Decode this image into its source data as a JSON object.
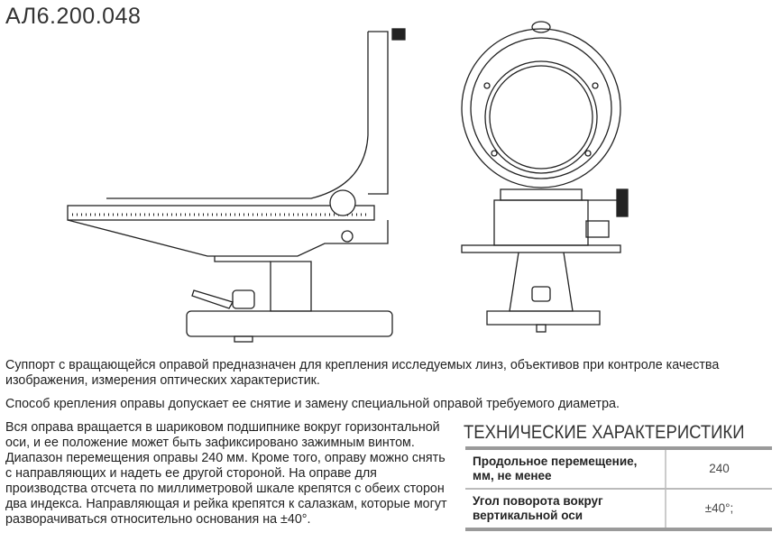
{
  "doc_code": "АЛ6.200.048",
  "paragraphs": [
    "Суппорт с вращающейся оправой предназначен для крепления исследуемых линз, объективов при контроле качества изображения, измерения оптических характеристик.",
    "Способ крепления оправы допускает ее снятие и замену специальной оправой требуемого диаметра.",
    "Вся оправа вращается в шариковом подшипнике вокруг горизонтальной оси, и ее положение может быть зафиксировано зажимным винтом. Диапазон перемещения оправы 240 мм. Кроме того, оправу можно снять с направляющих и надеть ее другой стороной. На оправе для производства отсчета по миллиметровой шкале крепятся с обеих сторон два индекса. Направляющая и рейка крепятся к салазкам, которые могут разворачиваться относительно основания на ±40°."
  ],
  "specs": {
    "title": "ТЕХНИЧЕСКИЕ ХАРАКТЕРИСТИКИ",
    "rows": [
      {
        "label": "Продольное перемещение, мм, не менее",
        "value": "240"
      },
      {
        "label": "Угол поворота вокруг вертикальной оси",
        "value": "±40°;"
      }
    ]
  }
}
